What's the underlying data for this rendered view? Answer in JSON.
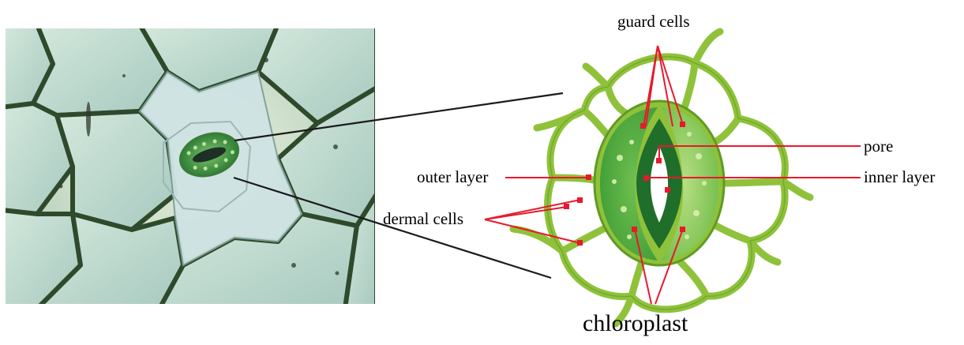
{
  "labels": {
    "guard_cells": "guard cells",
    "pore": "pore",
    "outer_layer": "outer layer",
    "inner_layer": "inner layer",
    "dermal_cells": "dermal cells",
    "chloroplast": "chloroplast"
  },
  "colors": {
    "leader_line": "#e8192c",
    "marker_dot": "#e8192c",
    "cell_wall": "#8fc23a",
    "cell_wall_dark": "#5d9b24",
    "guard_cell_fill": "#4fae3c",
    "pore_fill": "#1f6e2a",
    "micro_background": "#c9ddc3",
    "micro_cell": "#a9ccc4",
    "micro_wall": "#2f4a2b",
    "connector_line": "#1a1a1a"
  }
}
